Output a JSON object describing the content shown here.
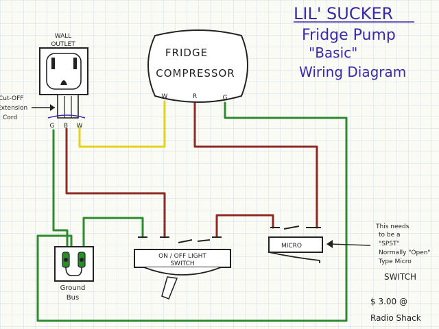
{
  "title": {
    "line1": "LIL' SUCKER",
    "line2": "Fridge Pump",
    "line3": "\"Basic\"",
    "line4": "Wiring Diagram"
  },
  "outlet": {
    "label_line1": "WALL",
    "label_line2": "OUTLET"
  },
  "cord": {
    "label_line1": "Cut-OFF",
    "label_line2": "Extension",
    "label_line3": "Cord",
    "terminals": [
      "G",
      "B",
      "W"
    ]
  },
  "compressor": {
    "label_line1": "FRIDGE",
    "label_line2": "COMPRESSOR",
    "terminals": [
      "W",
      "R",
      "G"
    ]
  },
  "light_switch": {
    "label_line1": "ON / OFF LIGHT",
    "label_line2": "SWITCH"
  },
  "micro_switch": {
    "label": "MICRO"
  },
  "ground_bus": {
    "label_line1": "Ground",
    "label_line2": "Bus"
  },
  "note": {
    "lines": [
      "This needs",
      "to be a",
      "\"SPST\"",
      "Normally \"Open\"",
      "Type Micro",
      "SWITCH",
      "$ 3.00 @",
      "Radio Shack"
    ]
  },
  "colors": {
    "wire_green": "#2e8a2e",
    "wire_yellow": "#e6d21e",
    "wire_red": "#8e2a22",
    "ink": "#222222",
    "title_ink": "#3a2aa8",
    "grid": "#c6d4e2"
  }
}
